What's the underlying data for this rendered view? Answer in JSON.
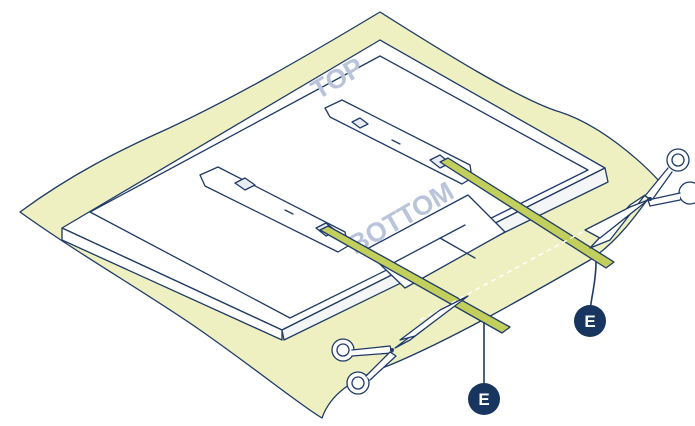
{
  "diagram": {
    "labels": {
      "top": "TOP",
      "bottom": "BOTTOM"
    },
    "callouts": [
      {
        "letter": "E"
      },
      {
        "letter": "E"
      }
    ],
    "colors": {
      "sheet_fill": "#eef0c2",
      "outline": "#1f3a66",
      "panel_fill": "#ffffff",
      "label_text": "#b9c3da",
      "strap_fill": "#c2cf5c",
      "callout_fill": "#18355f"
    },
    "icons": [
      "scissors-icon",
      "scissors-icon"
    ]
  }
}
